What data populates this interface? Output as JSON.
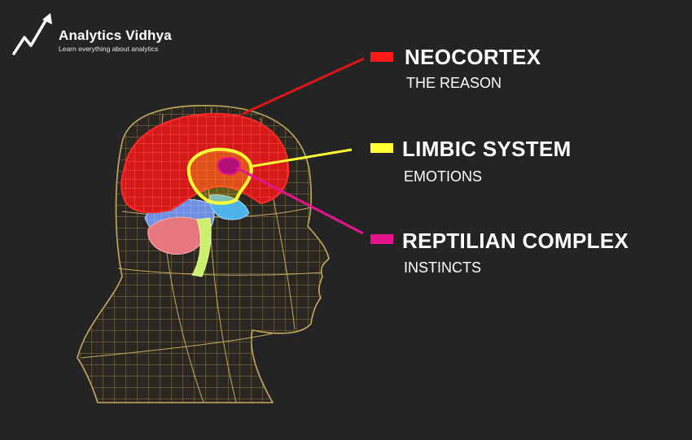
{
  "logo": {
    "name": "Analytics Vidhya",
    "tagline": "Learn everything about analytics"
  },
  "colors": {
    "background": "#242424",
    "neocortex": "#ff1a1a",
    "limbic": "#ffff33",
    "reptilian": "#e6148c",
    "wireframe": "#a08a4e"
  },
  "legend": [
    {
      "id": "neocortex",
      "title": "NEOCORTEX",
      "subtitle": "THE REASON",
      "color": "#ff1a1a"
    },
    {
      "id": "limbic",
      "title": "LIMBIC SYSTEM",
      "subtitle": "EMOTIONS",
      "color": "#ffff33"
    },
    {
      "id": "reptilian",
      "title": "REPTILIAN COMPLEX",
      "subtitle": "INSTINCTS",
      "color": "#e6148c"
    }
  ]
}
